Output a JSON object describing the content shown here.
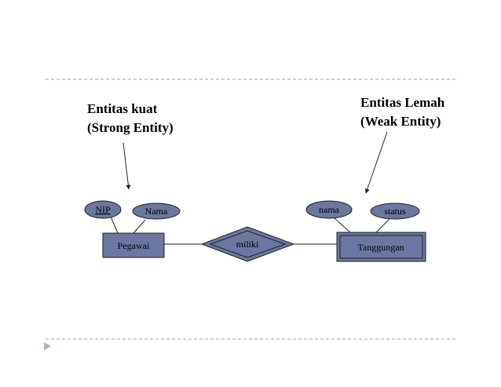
{
  "slide": {
    "colors": {
      "fill": "#6b77a0",
      "stroke": "#222222",
      "divider": "#aab4c4",
      "marker": "#a9b6c8"
    }
  },
  "annotations": {
    "strong": {
      "line1": "Entitas kuat",
      "line2": "(Strong Entity)"
    },
    "weak": {
      "line1": "Entitas Lemah",
      "line2": "(Weak Entity)"
    }
  },
  "diagram": {
    "entities": {
      "strong": {
        "label": "Pegawai"
      },
      "weak": {
        "label": "Tanggungan"
      }
    },
    "relationship": {
      "label": "miliki"
    },
    "attributes": {
      "nip": {
        "label": "NIP"
      },
      "nama_strong": {
        "label": "Nama"
      },
      "nama_weak": {
        "label": "nama"
      },
      "status": {
        "label": "status"
      }
    }
  }
}
